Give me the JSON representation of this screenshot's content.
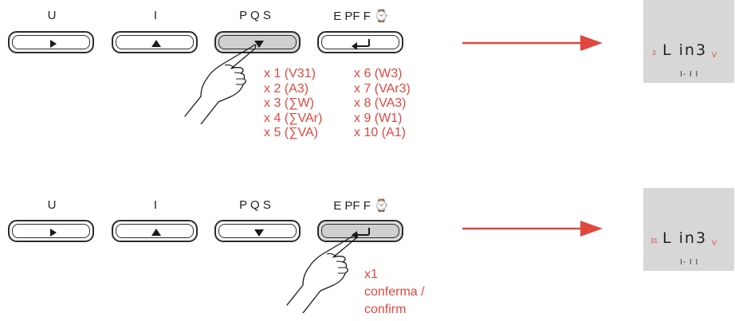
{
  "top": {
    "labels": [
      "U",
      "I",
      "P Q S",
      "E PF F ⌚"
    ],
    "pressed_index": 2,
    "counts_col1": [
      "x 1 (V31)",
      "x 2 (A3)",
      "x 3 (∑W)",
      "x 4 (∑VAr)",
      "x 5 (∑VA)"
    ],
    "counts_col2": [
      "x 6 (W3)",
      "x 7 (VAr3)",
      "x 8 (VA3)",
      "x 9 (W1)",
      "x 10 (A1)"
    ],
    "display": {
      "sup": "3",
      "main": "L in3",
      "unit": "V",
      "sub": "I- I I"
    }
  },
  "bottom": {
    "labels": [
      "U",
      "I",
      "P Q S",
      "E PF F ⌚"
    ],
    "pressed_index": 3,
    "confirm": [
      "x1",
      "conferma /",
      "confirm"
    ],
    "display": {
      "sup": "31",
      "main": "L in3",
      "unit": "V",
      "sub": "I- I I"
    }
  },
  "colors": {
    "accent": "#e0473f",
    "display_bg": "#d7d7d7",
    "key_border": "#2b2b2b"
  },
  "icons": [
    "play-icon",
    "up-triangle-icon",
    "down-triangle-icon",
    "enter-arrow-icon",
    "clock-icon",
    "pointing-hand-icon",
    "right-arrow-icon"
  ]
}
